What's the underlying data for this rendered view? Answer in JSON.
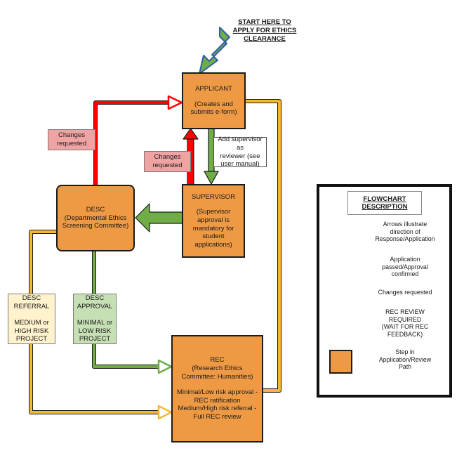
{
  "start_label": "START HERE TO\nAPPLY FOR ETHICS\nCLEARANCE",
  "nodes": {
    "applicant": {
      "title": "APPLICANT",
      "sub": "(Creates and submits e-form)"
    },
    "supervisor": {
      "title": "SUPERVISOR",
      "sub": "(Supervisor approval is mandatory for student applications)"
    },
    "desc": {
      "title": "DESC",
      "sub": "(Departmental Ethics Screening Committee)"
    },
    "rec": {
      "title": "REC",
      "sub": "(Research Ethics Committee: Humanities)",
      "line1": "Minimal/Low risk approval - REC ratification",
      "line2": "Medium/High risk referral - Full REC review"
    }
  },
  "labels": {
    "changes_left": "Changes\nrequested",
    "changes_mid": "Changes\nrequested",
    "add_supervisor": "Add supervisor as\nreviewer (see\nuser manual)",
    "desc_referral": "DESC\nREFERRAL\n\nMEDIUM or\nHIGH RISK\nPROJECT",
    "desc_approval": "DESC\nAPPROVAL\n\nMINIMAL or\nLOW RISK\nPROJECT"
  },
  "legend": {
    "title": "FLOWCHART\nDESCRIPTION",
    "items": [
      {
        "icon": "white-arrow",
        "text": "Arrows illustrate\ndirection of\nResponse/Application"
      },
      {
        "icon": "green-arrow",
        "text": "Application\npassed/Approval\nconfirmed"
      },
      {
        "icon": "red-arrow",
        "text": "Changes requested"
      },
      {
        "icon": "yellow-arrow",
        "text": "REC REVIEW\nREQUIRED\n(WAIT FOR REC\nFEEDBACK)"
      },
      {
        "icon": "orange-step-box",
        "text": "Step in\nApplication/Review\nPath"
      }
    ]
  },
  "colors": {
    "step": "#ee9a45",
    "green": "#70ad47",
    "red": "#ff0000",
    "yellow": "#f5b731",
    "pink": "#f0a3a3",
    "referral_fill": "#fff2cc",
    "approval_fill": "#c6e0b4"
  }
}
